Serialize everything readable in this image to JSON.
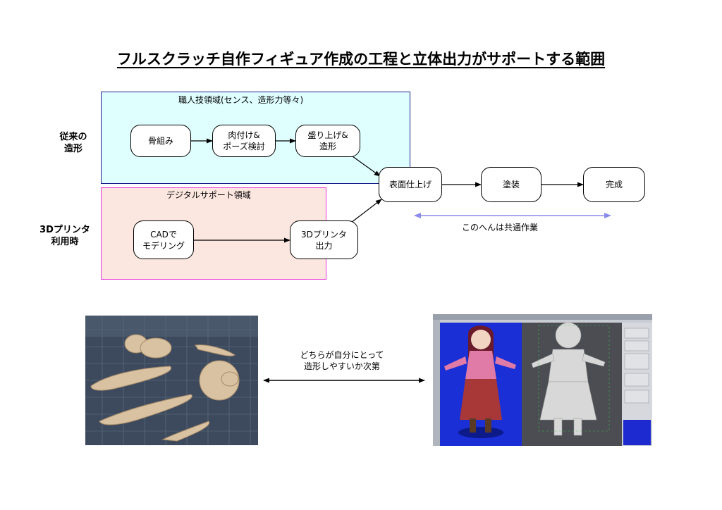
{
  "title": "フルスクラッチ自作フィギュア作成の工程と立体出力がサポートする範囲",
  "regions": {
    "craft": {
      "label": "職人技領域(センス、造形力等々)"
    },
    "digital": {
      "label": "デジタルサポート領域"
    }
  },
  "rows": {
    "traditional": "従来の\n造形",
    "printer": "3Dプリンタ\n利用時"
  },
  "nodes": {
    "skeleton": "骨組み",
    "flesh": "肉付け&\nポーズ検討",
    "build_up": "盛り上げ&\n造形",
    "cad": "CADで\nモデリング",
    "print_out": "3Dプリンタ\n出力",
    "surface": "表面仕上げ",
    "paint": "塗装",
    "complete": "完成"
  },
  "common_note": "このへんは共通作業",
  "bottom_caption": "どちらが自分にとって\n造形しやすいか次第",
  "colors": {
    "craft_fill": "#dfffff",
    "craft_border": "#1c1c8c",
    "digital_fill": "#fce6e0",
    "digital_border": "#e838d8",
    "common_arrow": "#8a8aee"
  }
}
